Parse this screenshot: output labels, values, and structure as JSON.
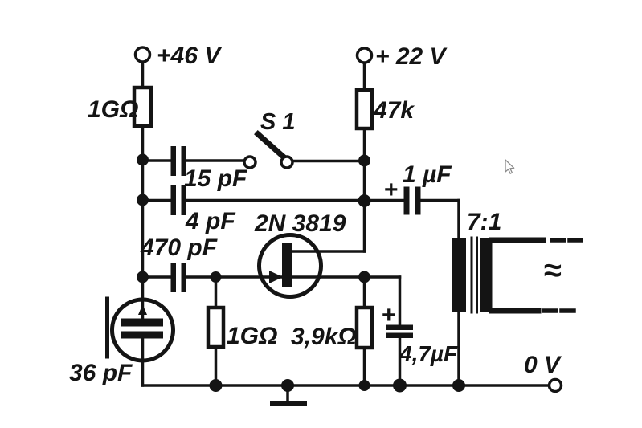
{
  "page": {
    "background": "#ffffff",
    "ink": "#141414",
    "description": "Scanned schematic: condenser microphone capsule with 2N3819 JFET stage and 7:1 output transformer"
  },
  "schematic": {
    "supplies": {
      "left": "+46 V",
      "right": "+ 22 V",
      "zero": "0 V"
    },
    "switch": {
      "label": "S 1"
    },
    "transistor": {
      "label": "2N 3819"
    },
    "transformer": {
      "ratio": "7:1",
      "ac_mark": "≈"
    },
    "resistors": {
      "gate_top": "1GΩ",
      "drain": "47k",
      "gate_bottom": "1GΩ",
      "source": "3,9kΩ"
    },
    "capacitors": {
      "switched_feedback": "15 pF",
      "feedback": "4 pF",
      "gate_coupling": "470 pF",
      "output_coupling": "1 µF",
      "output_coupling_polarity": "+",
      "source_bypass": "4,7µF",
      "source_bypass_polarity": "+",
      "capsule": "36 pF"
    }
  },
  "cursor": {
    "name": "mouse-pointer-arrow",
    "outline": "#8a8a8a"
  }
}
